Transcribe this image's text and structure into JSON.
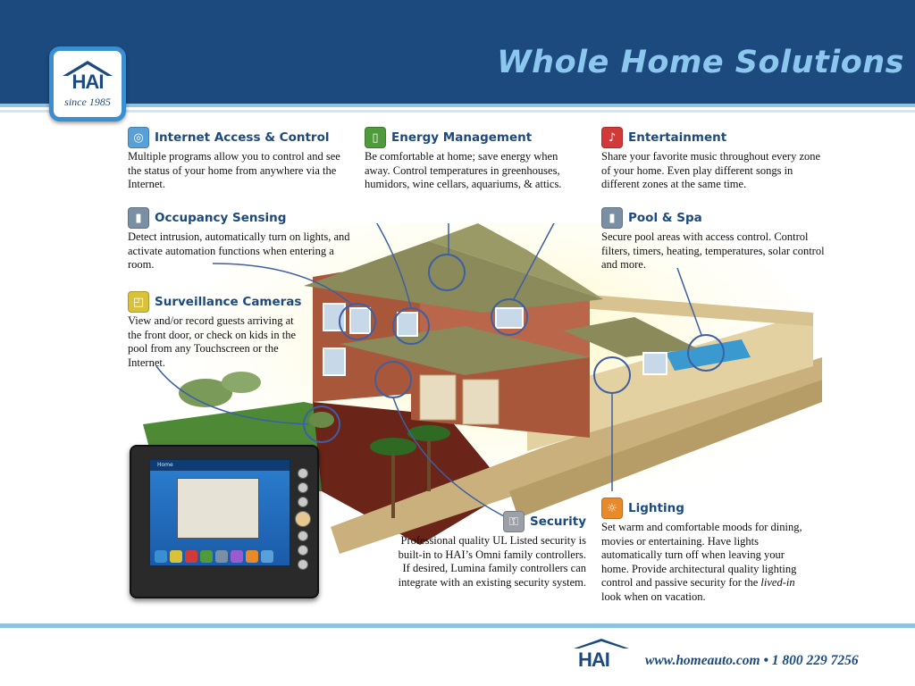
{
  "header": {
    "title": "Whole Home Solutions"
  },
  "logo": {
    "mark": "HAI",
    "since": "since 1985"
  },
  "features": {
    "internet": {
      "title": "Internet Access & Control",
      "body": "Multiple programs allow you to control and see the status of your home from anywhere via the Internet.",
      "icon": "internet-icon",
      "color": "#5aa0d8"
    },
    "energy": {
      "title": "Energy Management",
      "body": "Be comfortable at home; save energy when away. Control temperatures in greenhouses, humidors, wine cellars, aquariums, & attics.",
      "icon": "thermostat-icon",
      "color": "#4f9a3a"
    },
    "entertainment": {
      "title": "Entertainment",
      "body": "Share your favorite music throughout every zone of your home. Even play different songs in different zones at the same time.",
      "icon": "music-note-icon",
      "color": "#d23a3a"
    },
    "occupancy": {
      "title": "Occupancy Sensing",
      "body": "Detect intrusion, automatically turn on lights, and activate automation functions when entering a room.",
      "icon": "door-icon",
      "color": "#7a8fa3"
    },
    "pool": {
      "title": "Pool & Spa",
      "body": "Secure pool areas with access control. Control filters, timers, heating, temperatures, solar control and more.",
      "icon": "door-icon",
      "color": "#7a8fa3"
    },
    "cameras": {
      "title": "Surveillance Cameras",
      "body": "View and/or record guests arriving at the front door, or check on kids in the pool from any Touchscreen or the Internet.",
      "icon": "camera-icon",
      "color": "#d9c23a"
    },
    "security": {
      "title": "Security",
      "body": "Professional quality UL Listed security is built-in to HAI’s Omni family controllers. If desired, Lumina family controllers can integrate with an existing security system.",
      "icon": "lock-icon",
      "color": "#9aa0a6"
    },
    "lighting": {
      "title": "Lighting",
      "body_before": "Set warm and comfortable moods for dining, movies or entertaining. Have lights automatically turn off when leaving your home. Provide architectural quality lighting control and passive security for the ",
      "body_em": "lived-in",
      "body_after": " look when on vacation.",
      "icon": "lightbulb-icon",
      "color": "#e88a2a"
    }
  },
  "touchscreen": {
    "home_label": "Home"
  },
  "footer": {
    "mark": "HAI",
    "contact": "www.homeauto.com • 1 800 229 7256"
  }
}
